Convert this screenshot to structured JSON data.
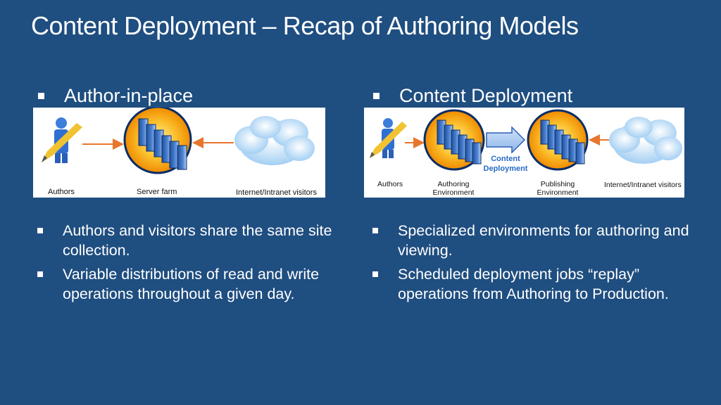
{
  "title": "Content Deployment – Recap of Authoring Models",
  "columns": [
    {
      "heading": "Author-in-place",
      "diagram": {
        "labels": {
          "authors": "Authors",
          "server_farm": "Server farm",
          "visitors": "Internet/Intranet visitors"
        }
      },
      "bullets": [
        "Authors and visitors share the same site collection.",
        "Variable distributions of read and write operations throughout a given day."
      ]
    },
    {
      "heading": "Content Deployment",
      "diagram": {
        "labels": {
          "authors": "Authors",
          "authoring_line1": "Authoring",
          "authoring_line2": "Environment",
          "arrow_line1": "Content",
          "arrow_line2": "Deployment",
          "publishing_line1": "Publishing",
          "publishing_line2": "Environment",
          "visitors": "Internet/Intranet visitors"
        }
      },
      "bullets": [
        "Specialized environments for authoring and viewing.",
        "Scheduled deployment jobs “replay” operations from Authoring to Production."
      ]
    }
  ],
  "colors": {
    "background": "#1f4e80",
    "arrow": "#e8762c",
    "deploy_label": "#2a6cc4"
  }
}
